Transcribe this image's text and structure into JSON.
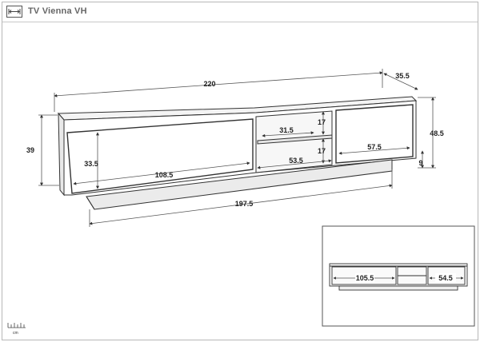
{
  "header": {
    "title": "TV Vienna VH",
    "icon": "width-arrows-icon"
  },
  "dimensions": {
    "total_width": "220",
    "depth": "35.5",
    "height_left": "39",
    "height_right": "48.5",
    "door_height": "33.5",
    "left_door_width": "108.5",
    "shelf_depth": "31.5",
    "upper_shelf_height": "17",
    "lower_shelf_height": "17",
    "shelf_width": "53.5",
    "right_door_width": "57.5",
    "base_height": "9",
    "base_width": "197.5",
    "inner_left_width": "105.5",
    "inner_right_width": "54.5"
  },
  "scale": {
    "unit": "cm",
    "icon": "ruler-icon"
  },
  "colors": {
    "line": "#333333",
    "dim_line": "#555555",
    "text": "#222222",
    "inset_border": "#555555"
  }
}
